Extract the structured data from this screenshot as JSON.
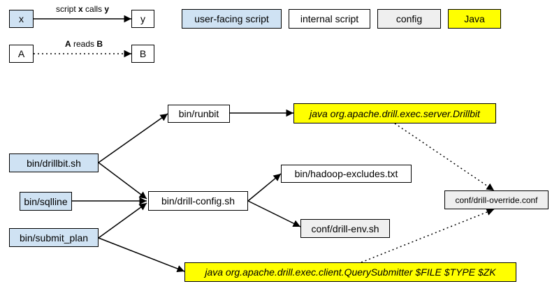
{
  "legend": {
    "calls_from": "x",
    "calls_to": "y",
    "calls_label": {
      "pre": "script ",
      "a": "x",
      "mid": " calls ",
      "b": "y"
    },
    "reads_from": "A",
    "reads_to": "B",
    "reads_label": {
      "a": "A",
      "mid": " reads ",
      "b": "B"
    },
    "categories": {
      "user": "user-facing script",
      "internal": "internal script",
      "config": "config",
      "java": "Java"
    }
  },
  "nodes": {
    "drillbit_sh": "bin/drillbit.sh",
    "sqlline": "bin/sqlline",
    "submit_plan": "bin/submit_plan",
    "runbit": "bin/runbit",
    "drill_config": "bin/drill-config.sh",
    "hadoop_excludes": "bin/hadoop-excludes.txt",
    "drill_env": "conf/drill-env.sh",
    "drillbit_java": "java org.apache.drill.exec.server.Drillbit",
    "query_submitter": "java org.apache.drill.exec.client.QuerySubmitter $FILE $TYPE $ZK",
    "override_conf": "conf/drill-override.conf"
  },
  "colors": {
    "user": "#cfe2f3",
    "internal": "#ffffff",
    "config": "#efefef",
    "java": "#ffff00"
  }
}
